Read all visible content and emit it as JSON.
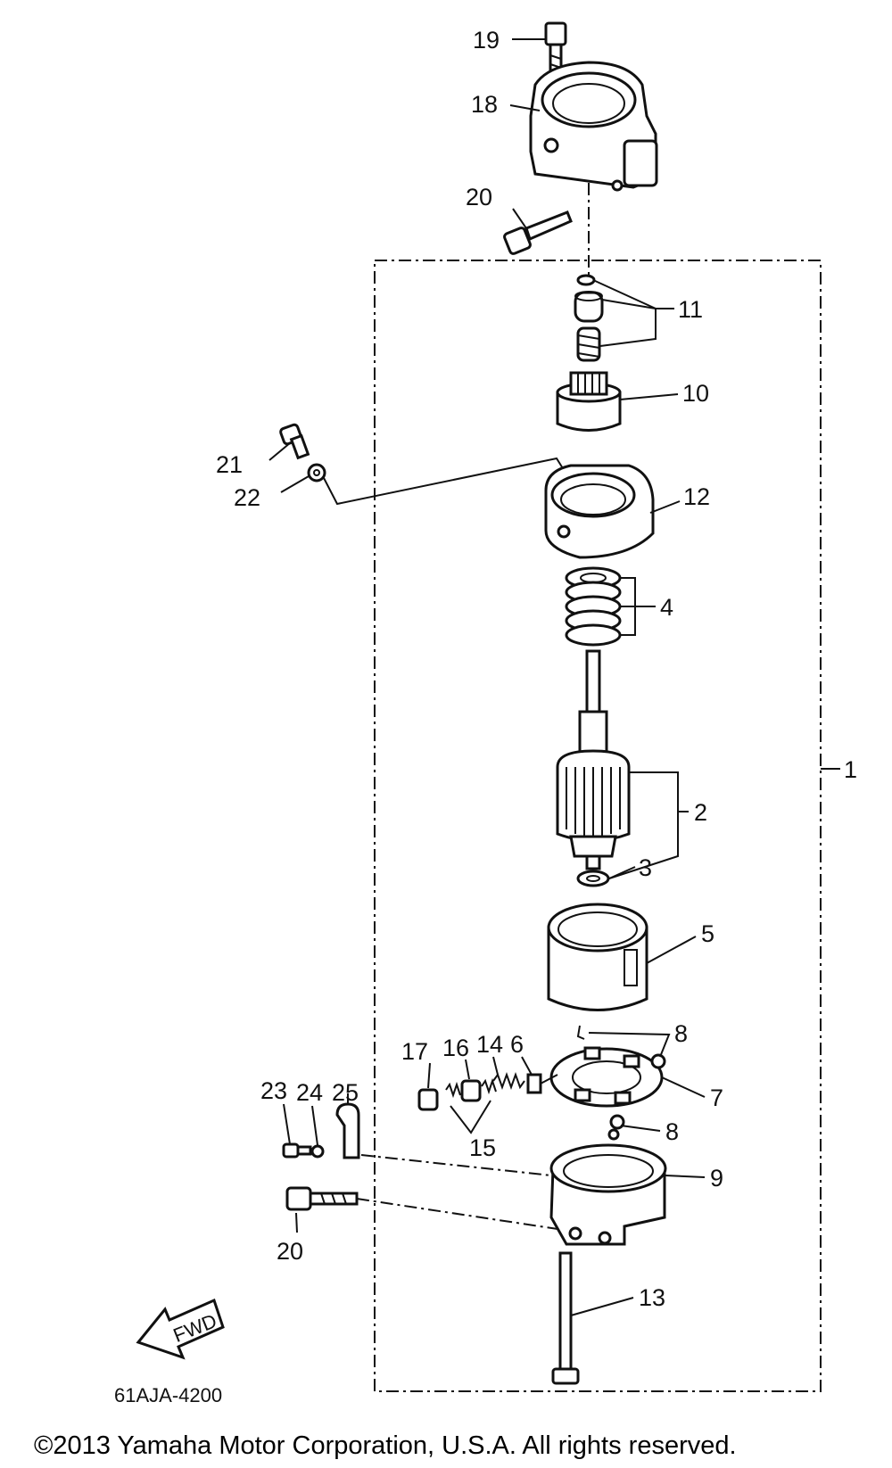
{
  "callouts": {
    "c1": "1",
    "c2": "2",
    "c3": "3",
    "c4": "4",
    "c5": "5",
    "c6": "6",
    "c7": "7",
    "c8a": "8",
    "c8b": "8",
    "c9": "9",
    "c10": "10",
    "c11": "11",
    "c12": "12",
    "c13": "13",
    "c14": "14",
    "c15": "15",
    "c16": "16",
    "c17": "17",
    "c18": "18",
    "c19": "19",
    "c20a": "20",
    "c20b": "20",
    "c21": "21",
    "c22": "22",
    "c23": "23",
    "c24": "24",
    "c25": "25"
  },
  "fwd_label": "FWD",
  "diagram_code": "61AJA-4200",
  "copyright": "©2013 Yamaha Motor Corporation, U.S.A. All rights reserved."
}
